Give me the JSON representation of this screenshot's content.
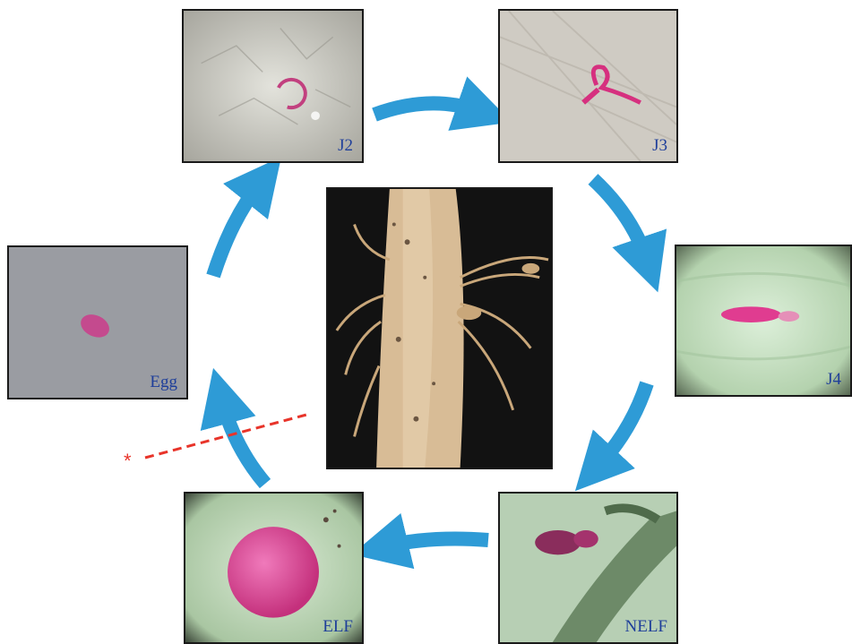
{
  "stages": [
    {
      "id": "j2",
      "label": "J2"
    },
    {
      "id": "j3",
      "label": "J3"
    },
    {
      "id": "j4",
      "label": "J4"
    },
    {
      "id": "nelf",
      "label": "NELF"
    },
    {
      "id": "elf",
      "label": "ELF"
    },
    {
      "id": "egg",
      "label": "Egg"
    }
  ],
  "center_image": "root-with-galls-photo",
  "marker": {
    "symbol": "*",
    "color": "#e8342a"
  },
  "colors": {
    "arrow": "#2e9bd6",
    "label": "#1f3f9a",
    "stain": "#d6307f"
  }
}
